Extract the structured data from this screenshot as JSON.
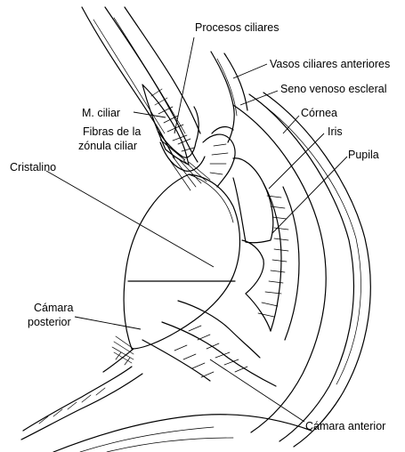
{
  "labels": {
    "procesos_ciliares": "Procesos ciliares",
    "vasos_ciliares_anteriores": "Vasos ciliares anteriores",
    "seno_venoso_escleral": "Seno venoso escleral",
    "cornea": "Córnea",
    "m_ciliar": "M. ciliar",
    "iris": "Iris",
    "fibras_line1": "Fibras de la",
    "fibras_line2": "zónula ciliar",
    "pupila": "Pupila",
    "cristalino": "Cristalino",
    "camara_posterior_line1": "Cámara",
    "camara_posterior_line2": "posterior",
    "camara_anterior": "Cámara anterior"
  }
}
